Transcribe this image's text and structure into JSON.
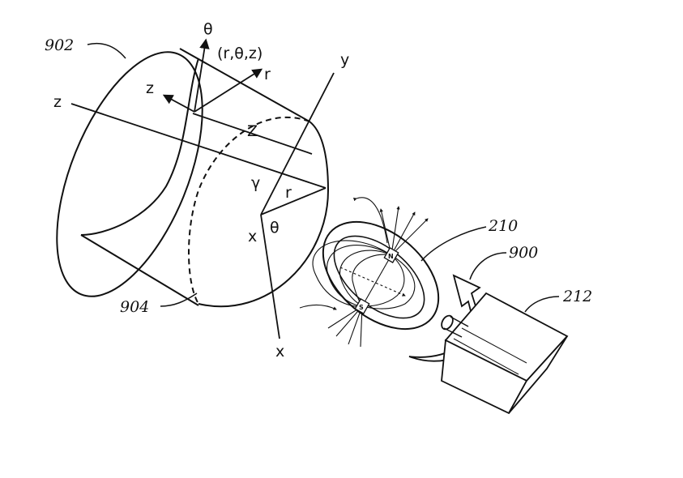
{
  "figure": {
    "reference_numerals": {
      "cylinder": "902",
      "cylinder_end": "904",
      "magnet": "210",
      "rotation": "900",
      "motor": "212"
    },
    "symbols": {
      "theta_top": "θ",
      "point_coords": "(r,θ,z)",
      "r_arrow": "r",
      "z_arrow": "z",
      "y_axis": "y",
      "z_axis": "z",
      "z_length": "Z",
      "gamma": "γ",
      "r_radius": "r",
      "x_small": "x",
      "theta_angle": "θ",
      "x_axis": "x"
    },
    "magnet_poles": {
      "north": "N",
      "south": "S"
    }
  }
}
